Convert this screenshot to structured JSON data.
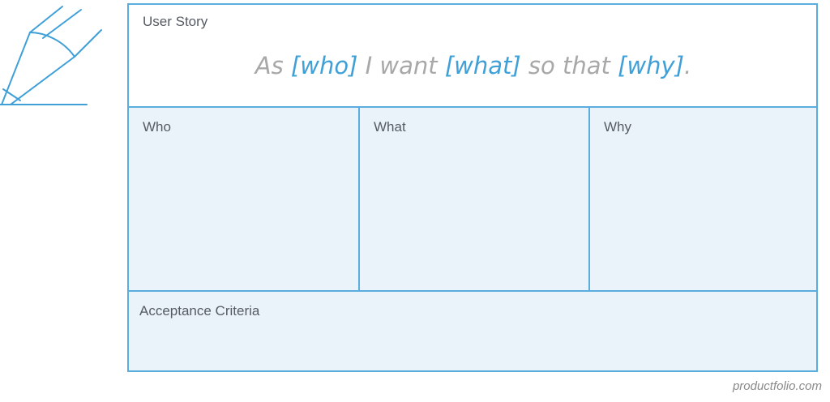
{
  "story": {
    "label": "User Story",
    "sentence": {
      "p1": "As ",
      "who": "[who]",
      "p2": " I want ",
      "what": "[what]",
      "p3": " so that ",
      "why": "[why]",
      "p4": "."
    }
  },
  "columns": {
    "who": "Who",
    "what": "What",
    "why": "Why"
  },
  "acceptance": {
    "label": "Acceptance Criteria"
  },
  "footer": {
    "credit": "productfolio.com"
  },
  "colors": {
    "accent": "#3fa0d8",
    "border": "#5aaddd",
    "panel_fill": "#ebf3fa",
    "muted_text": "#a8a8a8"
  },
  "icons": {
    "logo": "pencil-icon"
  }
}
